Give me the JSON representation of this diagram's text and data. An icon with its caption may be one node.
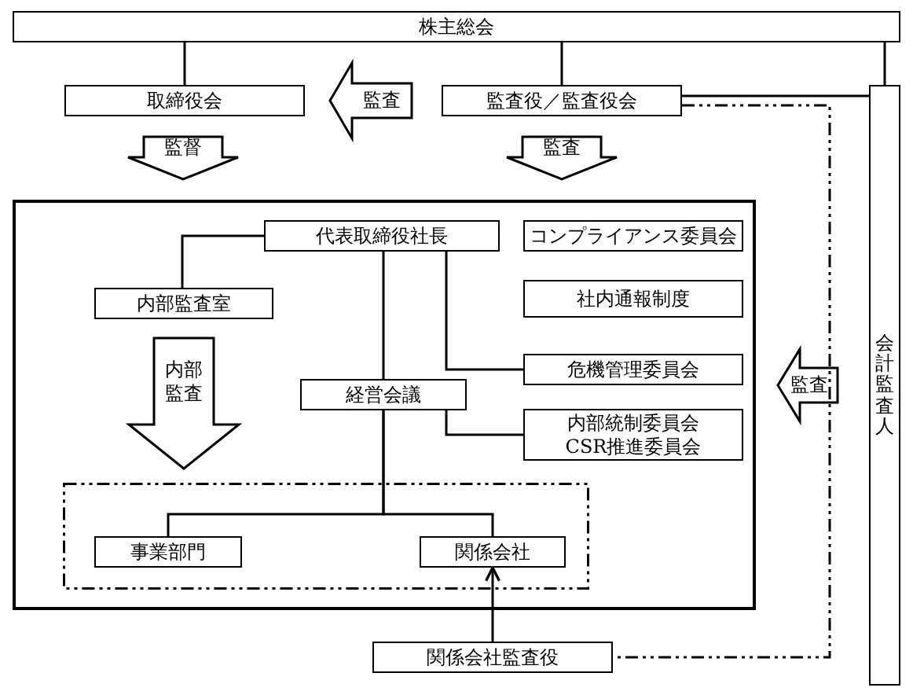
{
  "diagram": {
    "nodes": [
      {
        "text": [
          "株主総会"
        ]
      },
      {
        "text": [
          "取締役会"
        ]
      },
      {
        "text": [
          "監査役／監査役会"
        ]
      },
      {
        "text": [
          "会計監査人"
        ]
      },
      {
        "text": [],
        "shape": "box"
      },
      {
        "text": [
          "代表取締役社長"
        ],
        "in": 4
      },
      {
        "text": [
          "コンプライアンス委員会"
        ],
        "in": 4
      },
      {
        "text": [
          "内部監査室"
        ],
        "in": 4
      },
      {
        "text": [
          "社内通報制度"
        ],
        "in": 4
      },
      {
        "text": [
          "危機管理委員会"
        ],
        "in": 4
      },
      {
        "text": [
          "経営会議"
        ],
        "in": 4
      },
      {
        "text": [
          "内部統制委員会",
          "CSR推進委員会"
        ],
        "in": 4
      },
      {
        "text": [],
        "shape": "box",
        "in": 4
      },
      {
        "text": [
          "事業部門"
        ],
        "in": 12
      },
      {
        "text": [
          "関係会社"
        ],
        "in": 12
      },
      {
        "text": [
          "関係会社監査役"
        ]
      }
    ],
    "edges": [
      {
        "from": 0,
        "to": 1,
        "arrow": "none"
      },
      {
        "from": 0,
        "to": 2,
        "arrow": "none"
      },
      {
        "from": 0,
        "to": 3,
        "arrow": "none"
      },
      {
        "from": 2,
        "to": 1,
        "arrow": "to",
        "label": "監査",
        "style": "thick"
      },
      {
        "from": 1,
        "to": 4,
        "arrow": "to",
        "label": "監督",
        "style": "thick"
      },
      {
        "from": 2,
        "to": 4,
        "arrow": "to",
        "label": "監査",
        "style": "thick"
      },
      {
        "from": 3,
        "to": 4,
        "arrow": "to",
        "label": "監査",
        "style": "thick"
      },
      {
        "from": 2,
        "to": 3,
        "arrow": "none"
      },
      {
        "from": 2,
        "to": 15,
        "arrow": "none",
        "style": "dashed"
      },
      {
        "from": 5,
        "to": 7,
        "arrow": "none"
      },
      {
        "from": 5,
        "to": 10,
        "arrow": "none"
      },
      {
        "from": 5,
        "to": 9,
        "arrow": "none"
      },
      {
        "from": 10,
        "to": 11,
        "arrow": "none"
      },
      {
        "from": 10,
        "to": 13,
        "arrow": "none"
      },
      {
        "from": 10,
        "to": 14,
        "arrow": "none"
      },
      {
        "from": 7,
        "to": 12,
        "arrow": "to",
        "label": "内部監査",
        "style": "thick"
      },
      {
        "from": 15,
        "to": 14,
        "arrow": "to"
      }
    ]
  }
}
